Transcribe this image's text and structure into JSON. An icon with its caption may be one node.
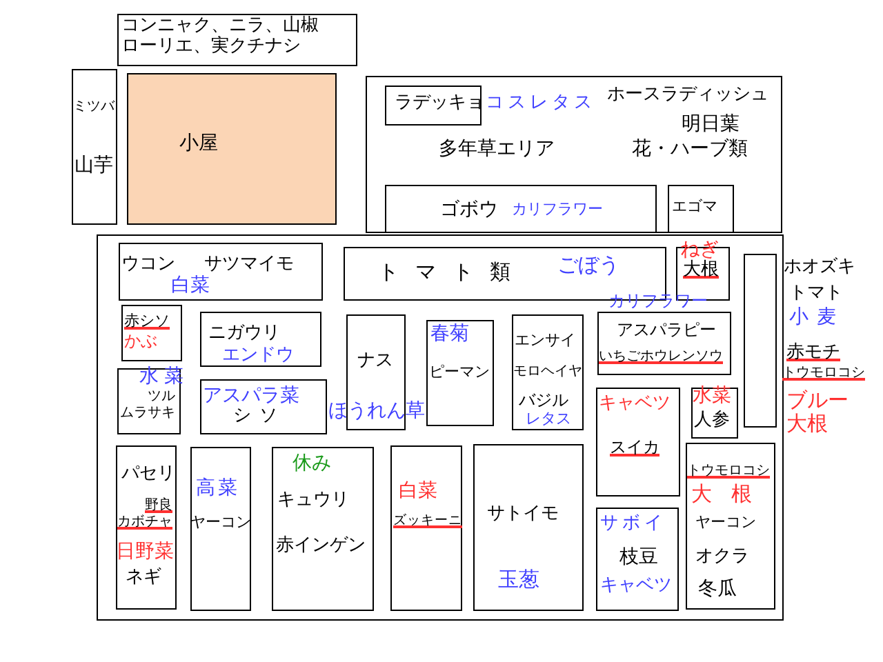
{
  "diagram": {
    "nodes": [
      {
        "text": [
          "コンニャク、ニラ、山椒ローリエ、実クチナシ"
        ]
      },
      {
        "text": [
          "ミツバ",
          "山芋"
        ]
      },
      {
        "text": [
          "小屋"
        ]
      },
      {
        "text": [
          "コスレタス",
          "ホースラディッシュ",
          "明日葉",
          "多年草エリア",
          "花・ハーブ類"
        ]
      },
      {
        "text": [
          "ラデッキョ"
        ],
        "in": 3
      },
      {
        "text": [
          "ゴボウ",
          "カリフラワー"
        ],
        "in": 3
      },
      {
        "text": [
          "エゴマ"
        ],
        "in": 3
      },
      {
        "text": [],
        "shape": "box"
      },
      {
        "text": [
          "ウコン",
          "サツマイモ",
          "白菜"
        ],
        "in": 7
      },
      {
        "text": [
          "トマト類",
          "ごぼう"
        ],
        "in": 7
      },
      {
        "text": [
          "ねぎ",
          "大根"
        ],
        "in": 7
      },
      {
        "text": [],
        "shape": "box",
        "in": 7
      },
      {
        "text": [
          "赤シソ",
          "かぶ"
        ],
        "in": 7
      },
      {
        "text": [
          "ニガウリ",
          "エンドウ"
        ],
        "in": 7
      },
      {
        "text": [
          "ナス",
          "ほうれん草"
        ],
        "in": 7
      },
      {
        "text": [
          "春菊",
          "ピーマン"
        ],
        "in": 7
      },
      {
        "text": [
          "エンサイ",
          "モロヘイヤ",
          "バジル",
          "レタス"
        ],
        "in": 7
      },
      {
        "text": [
          "カリフラワー",
          "アスパラピー",
          "いちごホウレンソウ"
        ],
        "in": 7
      },
      {
        "text": [
          "水菜",
          "ツルムラサキ"
        ],
        "in": 7
      },
      {
        "text": [
          "アスパラ菜",
          "シソ"
        ],
        "in": 7
      },
      {
        "text": [
          "キャベツ",
          "スイカ"
        ],
        "in": 7
      },
      {
        "text": [
          "水菜",
          "人参"
        ],
        "in": 7
      },
      {
        "text": [
          "パセリ",
          "野良カボチャ",
          "日野菜",
          "ネギ"
        ],
        "in": 7
      },
      {
        "text": [
          "高菜",
          "ヤーコン"
        ],
        "in": 7
      },
      {
        "text": [
          "休み",
          "キュウリ",
          "赤インゲン"
        ],
        "in": 7
      },
      {
        "text": [
          "白菜",
          "ズッキーニ"
        ],
        "in": 7
      },
      {
        "text": [
          "サトイモ",
          "玉葱"
        ],
        "in": 7
      },
      {
        "text": [
          "サボイ",
          "枝豆",
          "キャベツ"
        ],
        "in": 7
      },
      {
        "text": [
          "トウモロコシ",
          "大根",
          "ヤーコン",
          "オクラ",
          "冬瓜"
        ],
        "in": 7
      }
    ],
    "labels": [
      "ホオズキ",
      "トマト",
      "小麦",
      "赤モチ",
      "トウモロコシ",
      "ブルー大根"
    ]
  }
}
